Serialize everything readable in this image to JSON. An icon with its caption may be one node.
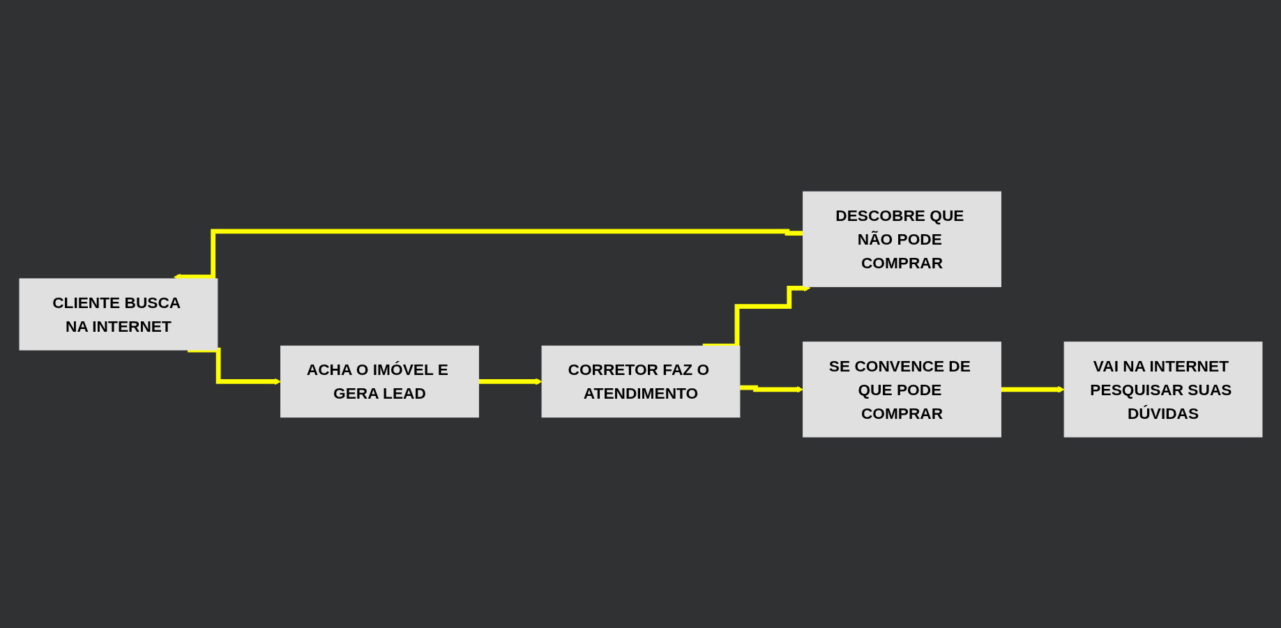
{
  "diagram": {
    "nodes": [
      {
        "text": [
          "CLIENTE BUSCA NA INTERNET"
        ]
      },
      {
        "text": [
          "ACHA O IMÓVEL E GERA LEAD"
        ]
      },
      {
        "text": [
          "CORRETOR FAZ O ATENDIMENTO"
        ]
      },
      {
        "text": [
          "DESCOBRE QUE NÃO PODE COMPRAR"
        ]
      },
      {
        "text": [
          "SE CONVENCE DE QUE PODE COMPRAR"
        ]
      },
      {
        "text": [
          "VAI NA INTERNET PESQUISAR SUAS DÚVIDAS"
        ]
      }
    ],
    "edges": [
      {
        "from": 0,
        "to": 1,
        "arrow": "to"
      },
      {
        "from": 1,
        "to": 2,
        "arrow": "to"
      },
      {
        "from": 2,
        "to": 3,
        "arrow": "to"
      },
      {
        "from": 2,
        "to": 4,
        "arrow": "to"
      },
      {
        "from": 4,
        "to": 5,
        "arrow": "to"
      },
      {
        "from": 3,
        "to": 0,
        "arrow": "to"
      }
    ]
  }
}
